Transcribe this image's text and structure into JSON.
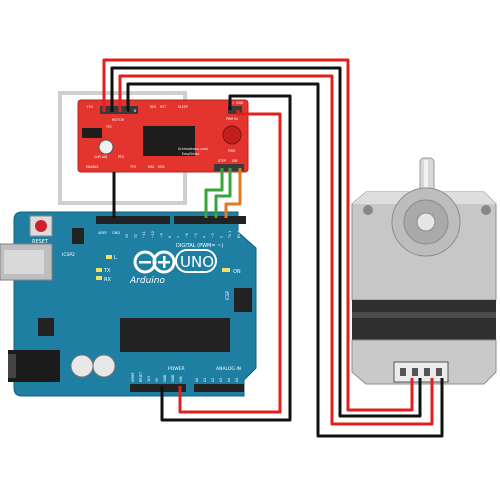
{
  "driver": {
    "top_labels": [
      "+5V",
      "MOTOR",
      "RES",
      "RST",
      "SLEEP",
      "M+",
      "GND",
      "PWR IN"
    ],
    "coil_labels": [
      "A",
      "B"
    ],
    "small_labels": [
      "TP1",
      "CUR ADJ",
      "PFD",
      "TP3",
      "ENABLE",
      "MS1",
      "MS2",
      "STEP",
      "DIR"
    ],
    "credit_line1": "Schmalzhaus.com/",
    "credit_line2": "EasyDriver",
    "pwr_led": "PWR"
  },
  "arduino": {
    "reset_label": "RESET",
    "icsp2_label": "ICSP2",
    "icsp_label": "ICSP",
    "digital_label": "DIGITAL (PWM= ~)",
    "aref_label": "AREF",
    "gnd_label": "GND",
    "led_l": "L",
    "led_tx": "TX",
    "led_rx": "RX",
    "on_label": "ON",
    "brand": "Arduino",
    "model": "UNO",
    "power_label": "POWER",
    "analog_label": "ANALOG IN",
    "power_pins": [
      "IOREF",
      "RESET",
      "3V3",
      "5V",
      "GND",
      "GND",
      "VIN"
    ],
    "analog_pins": [
      "A0",
      "A1",
      "A2",
      "A3",
      "A4",
      "A5"
    ],
    "digital_pins": [
      "13",
      "12",
      "~11",
      "~10",
      "~9",
      "8",
      "7",
      "~6",
      "~5",
      "4",
      "~3",
      "2",
      "TX 1",
      "RX 0"
    ]
  },
  "colors": {
    "wire_red": "#e0201e",
    "wire_black": "#111111",
    "wire_green": "#3aa33a",
    "wire_orange": "#e07a20",
    "board_blue": "#1f7fa3",
    "driver_red": "#e3352e",
    "motor_gray": "#c9c9c9"
  }
}
